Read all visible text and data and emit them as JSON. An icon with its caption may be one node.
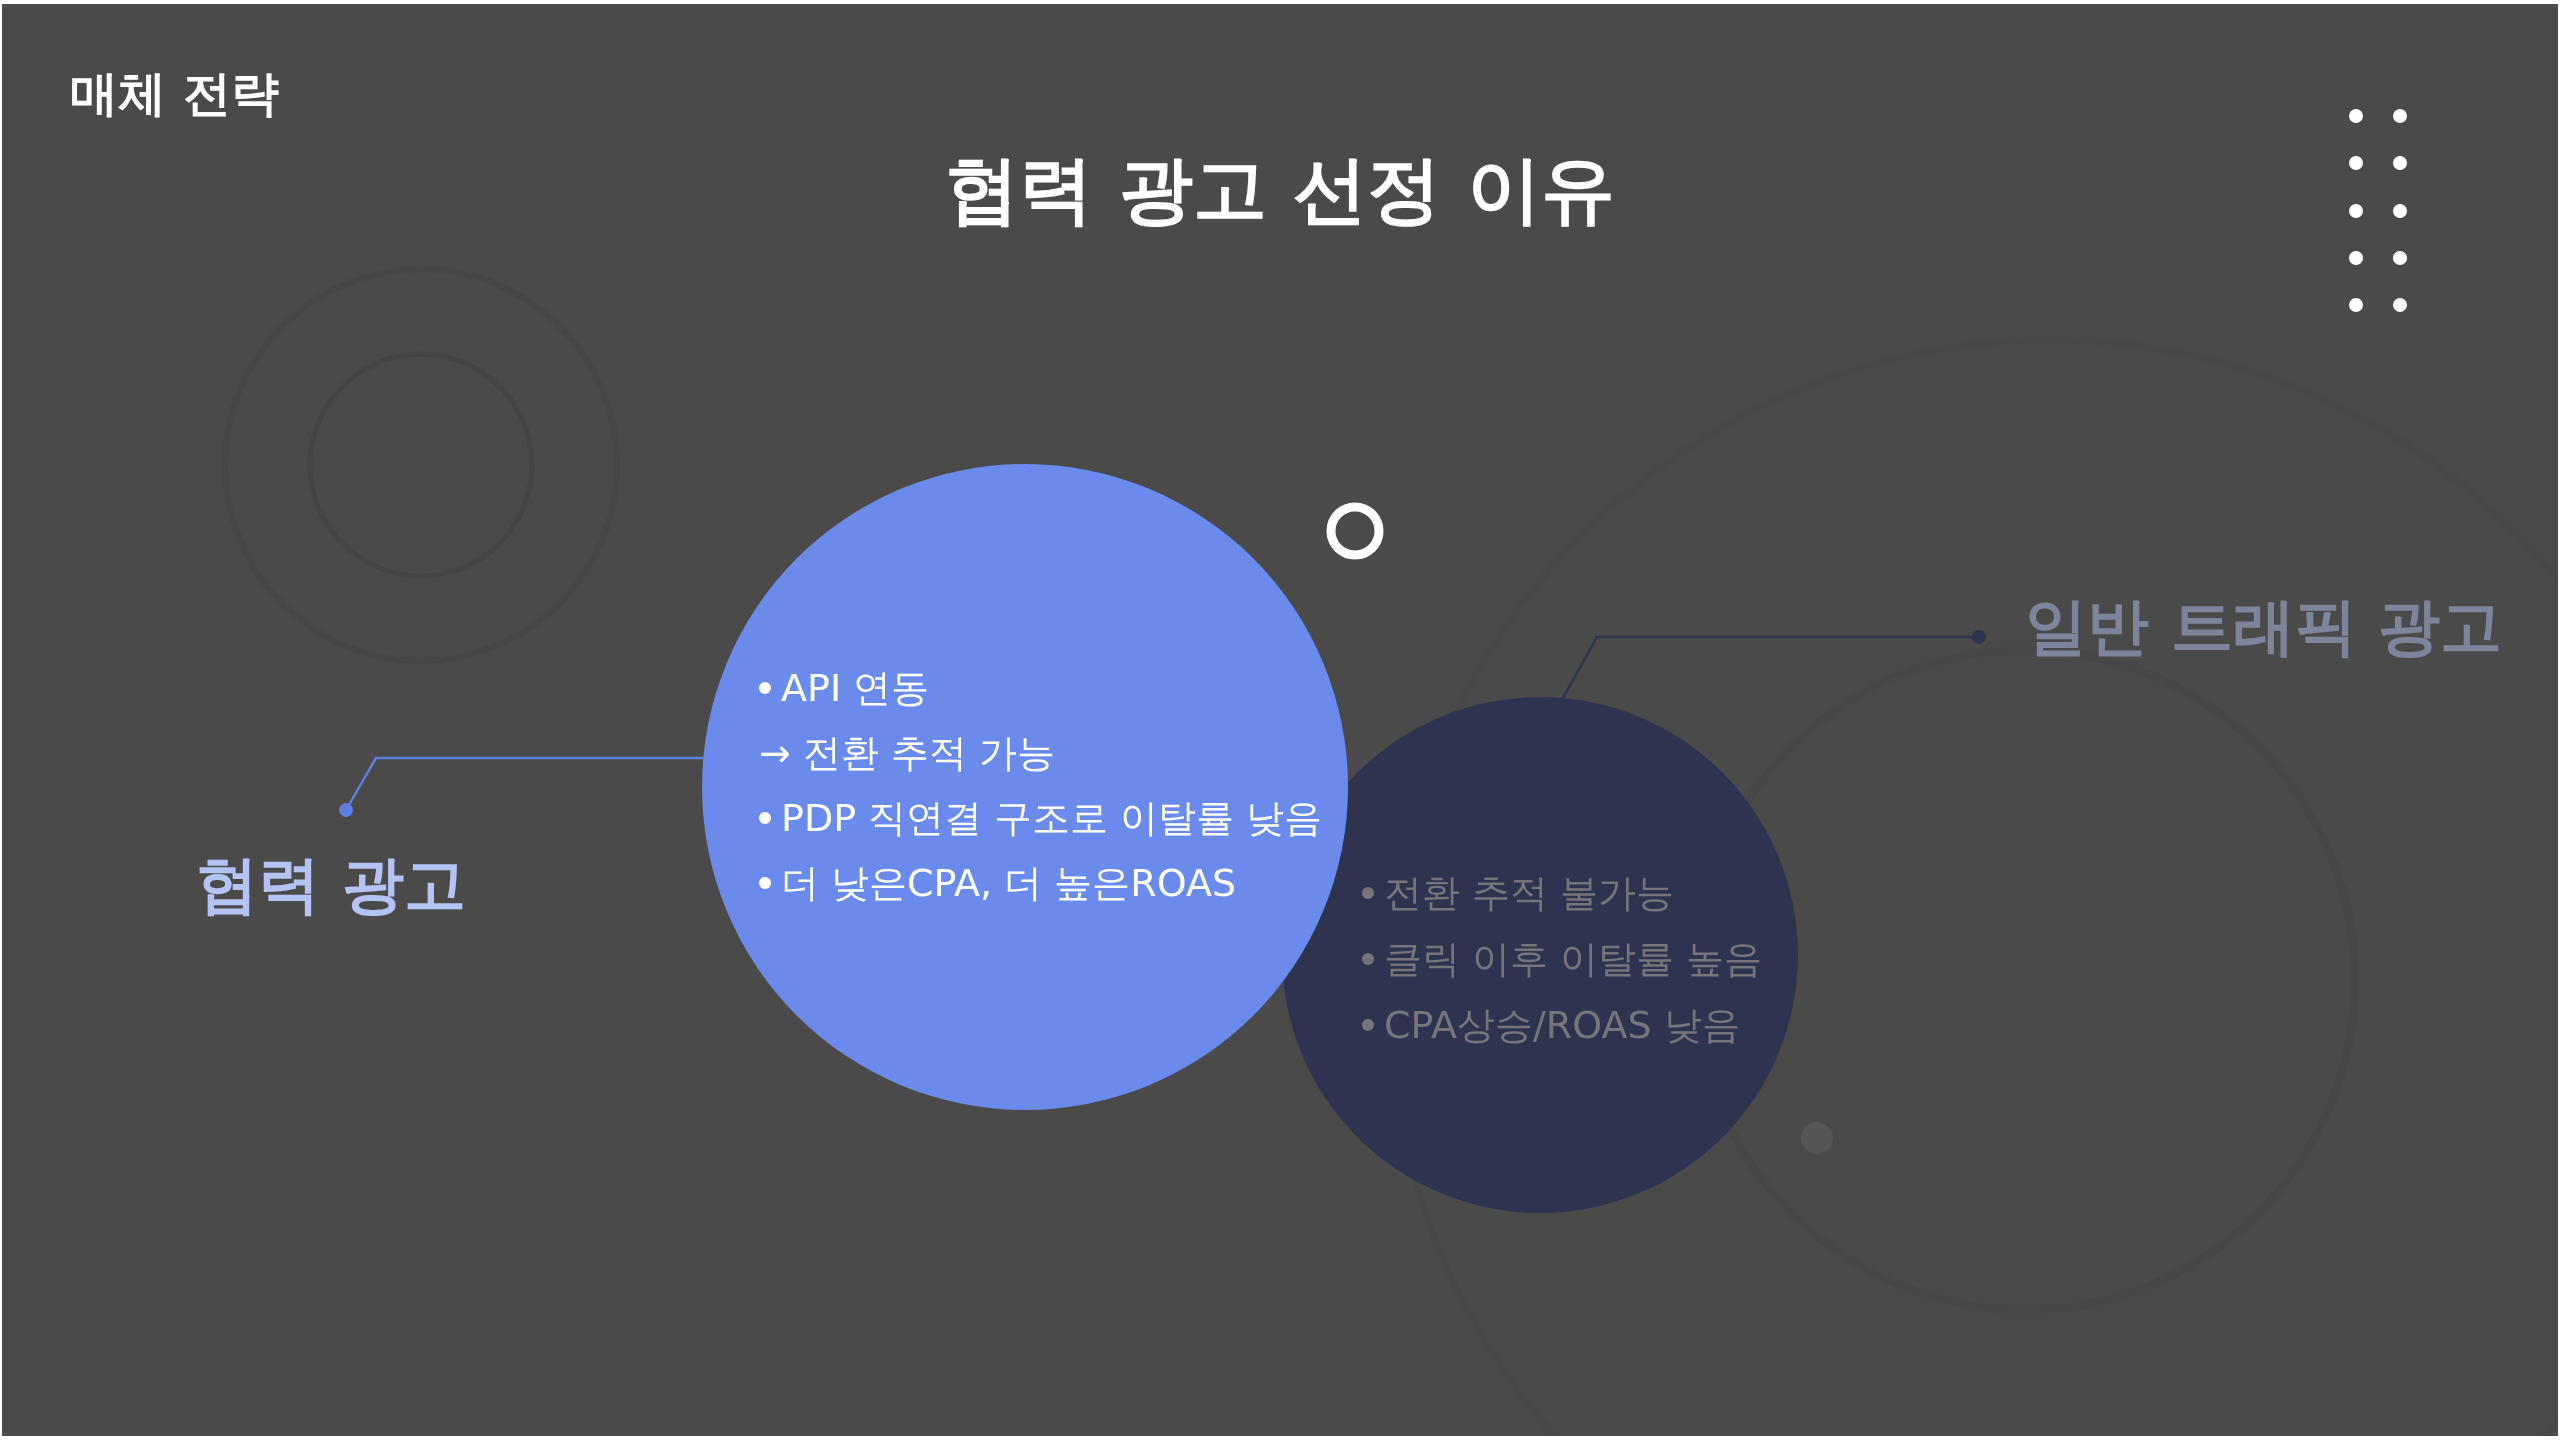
{
  "diagram": {
    "title": "협력 광고 선정 이유",
    "nodes": [
      {
        "text": [
          "API 연동",
          "→ 전환 추적 가능",
          "PDP 직연결 구조로 이탈률 낮음",
          "더 낮은CPA, 더 높은ROAS"
        ]
      },
      {
        "text": [
          "전환 추적 불가능",
          "클릭 이후 이탈률 높음",
          "CPA상승/ROAS 낮음"
        ]
      },
      {
        "text": [
          "협력 광고"
        ]
      },
      {
        "text": [
          "일반 트래픽 광고"
        ]
      }
    ],
    "edges": [
      {
        "from": 2,
        "to": 0,
        "arrow": "other",
        "color": "#5f7fe0"
      },
      {
        "from": 3,
        "to": 1,
        "arrow": "other",
        "color": "#2e3350"
      }
    ],
    "labels": [
      "매체 전략"
    ]
  }
}
